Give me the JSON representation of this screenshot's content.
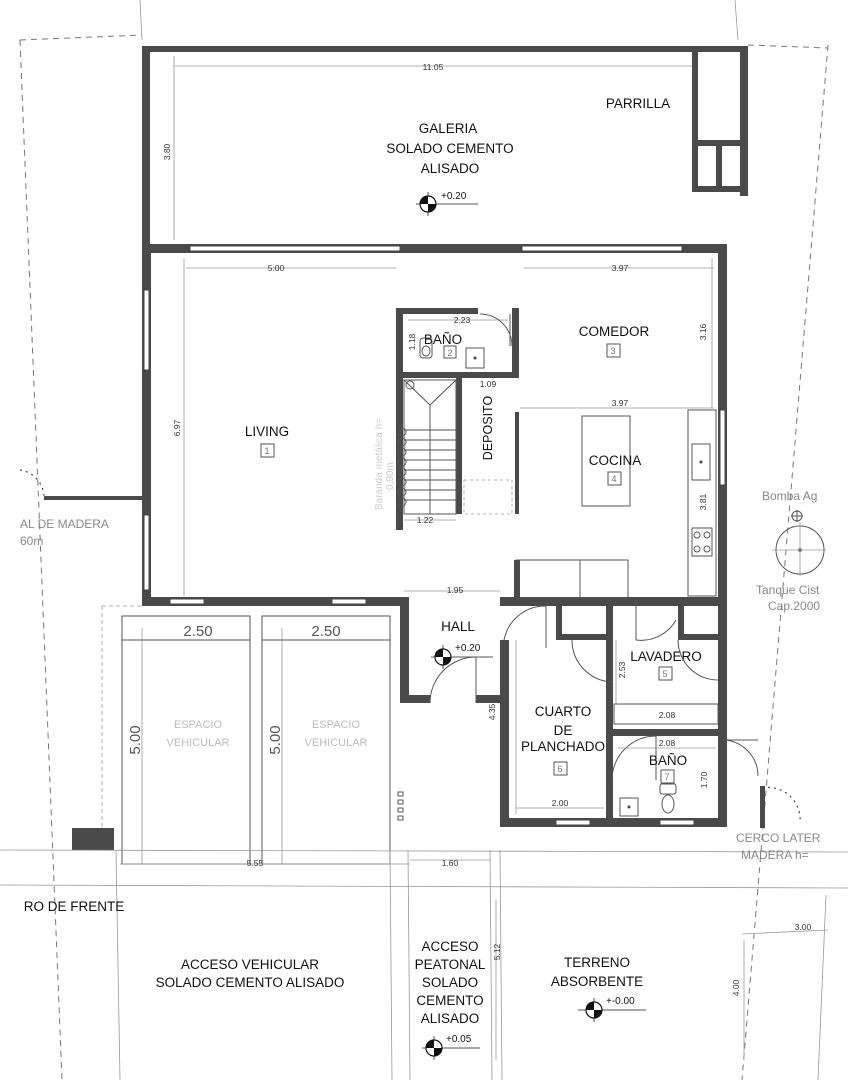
{
  "rooms": {
    "galeria": [
      "GALERIA",
      "SOLADO CEMENTO",
      "ALISADO"
    ],
    "parrilla": "PARRILLA",
    "living": "LIVING",
    "bano": "BAÑO",
    "comedor": "COMEDOR",
    "deposito": "DEPOSITO",
    "cocina": "COCINA",
    "hall": "HALL",
    "lavadero": "LAVADERO",
    "cuarto": [
      "CUARTO",
      "DE",
      "PLANCHADO"
    ],
    "bano2": "BAÑO",
    "acceso_vehicular": [
      "ACCESO VEHICULAR",
      "SOLADO CEMENTO ALISADO"
    ],
    "acceso_peatonal": [
      "ACCESO",
      "PEATONAL",
      "SOLADO",
      "CEMENTO",
      "ALISADO"
    ],
    "terreno": [
      "TERRENO",
      "ABSORBENTE"
    ]
  },
  "room_numbers": {
    "living": "1",
    "bano": "2",
    "comedor": "3",
    "cocina": "4",
    "lavadero": "5",
    "cuarto": "6",
    "bano2": "7"
  },
  "levels": {
    "galeria": "+0.20",
    "hall": "+0.20",
    "peatonal": "+0.05",
    "terreno": "+-0.00"
  },
  "dimensions": {
    "galeria_width": "11.05",
    "galeria_depth": "3.80",
    "living_width": "5.00",
    "comedor_width": "3.97",
    "comedor_depth": "3.16",
    "bano_width": "2.23",
    "bano_depth": "1.18",
    "deposito_width": "1.09",
    "cocina_width": "3.97",
    "living_depth": "6.97",
    "escalera_width": "1.22",
    "cocina_depth": "3.81",
    "hall_width": "1.95",
    "cuarto_depth": "4.35",
    "lavadero_depth": "2.53",
    "lavadero_width": "2.08",
    "bano2_width": "2.08",
    "bano2_depth": "1.70",
    "cuarto_width": "2.00",
    "garage_width_1": "2.50",
    "garage_width_2": "2.50",
    "garage_depth_1": "5.00",
    "garage_depth_2": "5.00",
    "frente_width": "5.55",
    "peatonal_width": "1.60",
    "peatonal_depth": "5.12",
    "terreno_width": "3.00",
    "terreno_depth": "4.00"
  },
  "parking": {
    "space1": [
      "ESPACIO",
      "VEHICULAR"
    ],
    "space2": [
      "ESPACIO",
      "VEHICULAR"
    ]
  },
  "annotations": {
    "baranda": "Baranda metálica h=",
    "baranda2": "0,90m",
    "cerco_madera": "AL DE MADERA",
    "cerco_madera_h": "60m",
    "bomba": "Bomba Ag",
    "tanque": "Tanque Cist",
    "tanque_cap": "Cap.2000",
    "cerco_lateral": "CERCO LATER",
    "cerco_lateral_h": "MADERA h=",
    "muro_frente": "RO DE FRENTE"
  },
  "icons": [
    "level-marker-icon",
    "toilet-icon",
    "sink-icon",
    "stove-icon",
    "pump-icon"
  ]
}
